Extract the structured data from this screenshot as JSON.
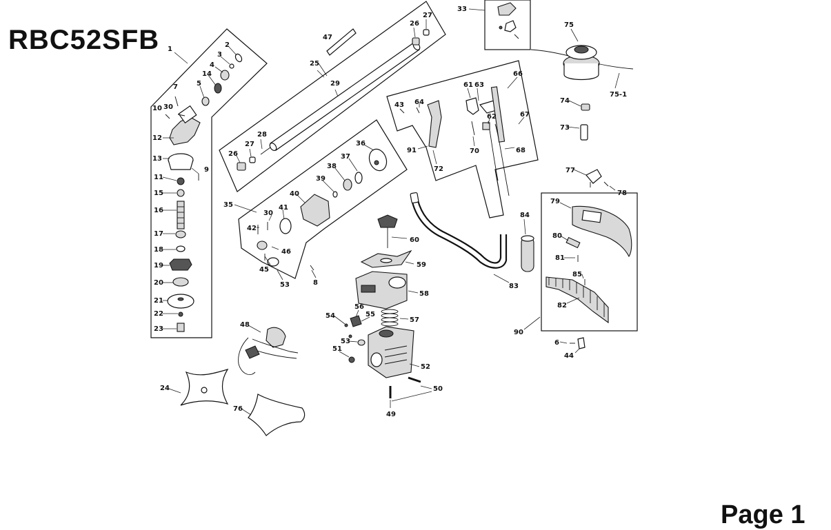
{
  "document": {
    "model_title": "RBC52SFB",
    "page_label": "Page 1"
  },
  "callouts": [
    "1",
    "2",
    "3",
    "4",
    "14",
    "5",
    "7",
    "30",
    "10",
    "12",
    "13",
    "9",
    "11",
    "15",
    "16",
    "17",
    "18",
    "19",
    "20",
    "21",
    "22",
    "23",
    "47",
    "25",
    "29",
    "26",
    "27",
    "28",
    "26",
    "27",
    "35",
    "36",
    "37",
    "38",
    "39",
    "40",
    "41",
    "30",
    "42",
    "46",
    "45",
    "53",
    "8",
    "33",
    "75",
    "75-1",
    "74",
    "73",
    "43",
    "64",
    "61",
    "63",
    "66",
    "62",
    "67",
    "91",
    "72",
    "70",
    "68",
    "77",
    "78",
    "79",
    "80",
    "81",
    "85",
    "82",
    "90",
    "6",
    "44",
    "84",
    "83",
    "60",
    "59",
    "58",
    "57",
    "56",
    "55",
    "54",
    "53",
    "51",
    "52",
    "50",
    "49",
    "48",
    "24",
    "76"
  ]
}
